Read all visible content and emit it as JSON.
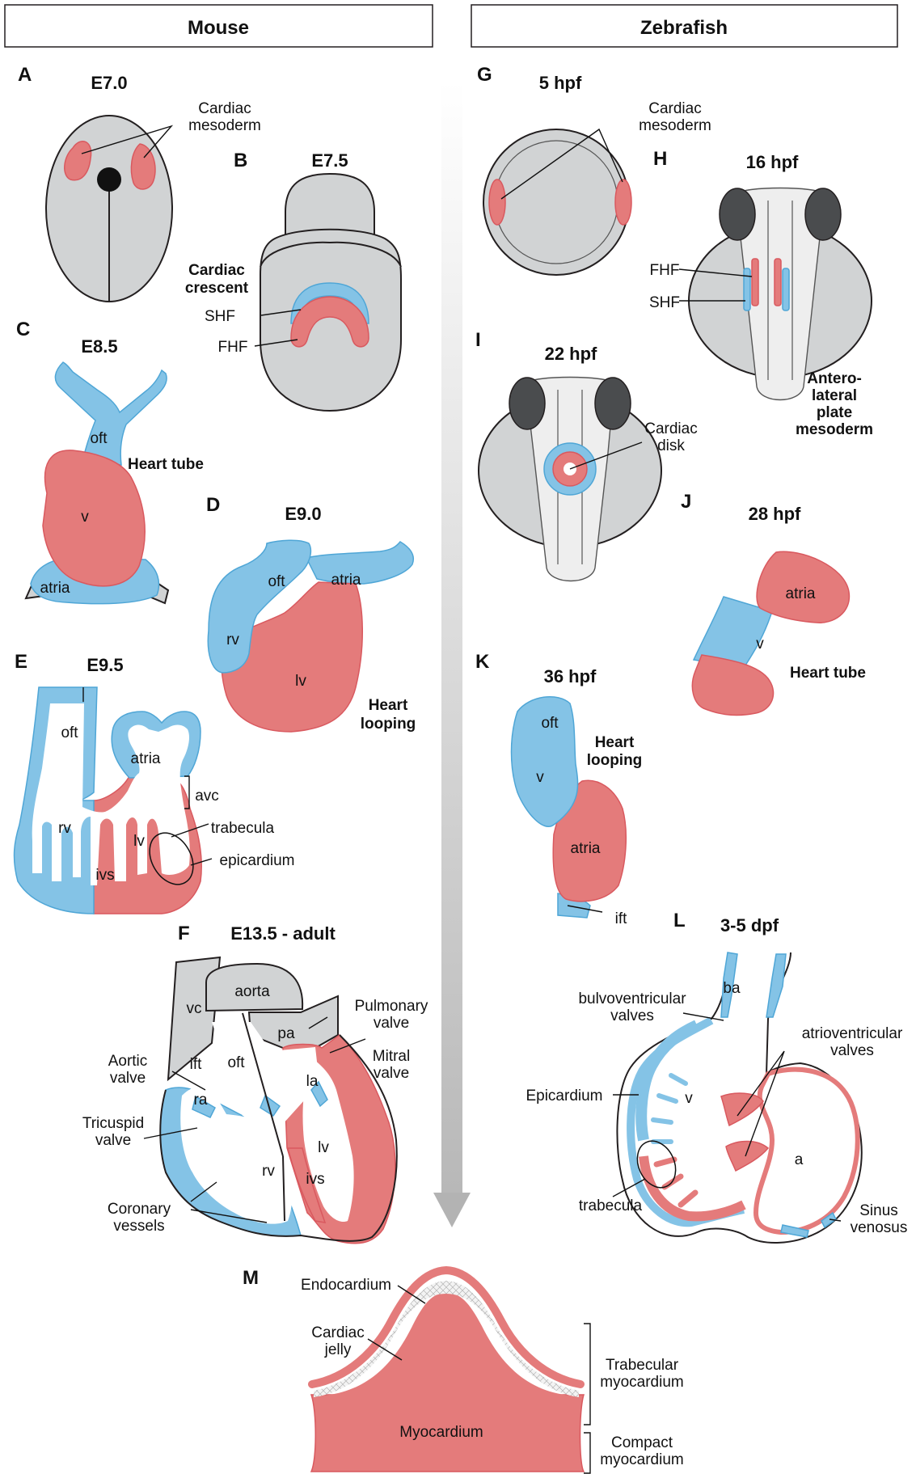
{
  "headers": {
    "mouse": "Mouse",
    "zebrafish": "Zebrafish"
  },
  "panels": {
    "A": {
      "letter": "A",
      "stage": "E7.0",
      "labels": [
        "Cardiac",
        "mesoderm"
      ]
    },
    "B": {
      "letter": "B",
      "stage": "E7.5",
      "title": [
        "Cardiac",
        "crescent"
      ],
      "shf": "SHF",
      "fhf": "FHF"
    },
    "C": {
      "letter": "C",
      "stage": "E8.5",
      "oft": "oft",
      "v": "v",
      "atria": "atria",
      "note": "Heart tube"
    },
    "D": {
      "letter": "D",
      "stage": "E9.0",
      "oft": "oft",
      "atria": "atria",
      "rv": "rv",
      "lv": "lv",
      "note": [
        "Heart",
        "looping"
      ]
    },
    "E": {
      "letter": "E",
      "stage": "E9.5",
      "oft": "oft",
      "atria": "atria",
      "avc": "avc",
      "rv": "rv",
      "lv": "lv",
      "ivs": "ivs",
      "trabecula": "trabecula",
      "epicardium": "epicardium"
    },
    "F": {
      "letter": "F",
      "stage": "E13.5 - adult",
      "vc": "vc",
      "aorta": "aorta",
      "pa": "pa",
      "ift": "ift",
      "oft": "oft",
      "ra": "ra",
      "la": "la",
      "rv": "rv",
      "lv": "lv",
      "ivs": "ivs",
      "pulmonary": [
        "Pulmonary",
        "valve"
      ],
      "mitral": [
        "Mitral",
        "valve"
      ],
      "aortic": [
        "Aortic",
        "valve"
      ],
      "tricuspid": [
        "Tricuspid",
        "valve"
      ],
      "coronary": [
        "Coronary",
        "vessels"
      ]
    },
    "G": {
      "letter": "G",
      "stage": "5 hpf",
      "labels": [
        "Cardiac",
        "mesoderm"
      ]
    },
    "H": {
      "letter": "H",
      "stage": "16 hpf",
      "fhf": "FHF",
      "shf": "SHF",
      "note": [
        "Antero-",
        "lateral",
        "plate",
        "mesoderm"
      ]
    },
    "I": {
      "letter": "I",
      "stage": "22 hpf",
      "labels": [
        "Cardiac",
        "disk"
      ]
    },
    "J": {
      "letter": "J",
      "stage": "28 hpf",
      "atria": "atria",
      "v": "v",
      "note": "Heart tube"
    },
    "K": {
      "letter": "K",
      "stage": "36 hpf",
      "oft": "oft",
      "v": "v",
      "atria": "atria",
      "ift": "ift",
      "note": [
        "Heart",
        "looping"
      ]
    },
    "L": {
      "letter": "L",
      "stage": "3-5 dpf",
      "ba": "ba",
      "v": "v",
      "a": "a",
      "bulbo": [
        "bulvoventricular",
        "valves"
      ],
      "atrio": [
        "atrioventricular",
        "valves"
      ],
      "epicardium": "Epicardium",
      "trabecula": "trabecula",
      "sinus": [
        "Sinus",
        "venosus"
      ]
    },
    "M": {
      "letter": "M",
      "endocardium": "Endocardium",
      "jelly": [
        "Cardiac",
        "jelly"
      ],
      "myocardium": "Myocardium",
      "trabecular": [
        "Trabecular",
        "myocardium"
      ],
      "compact": [
        "Compact",
        "myocardium"
      ]
    }
  },
  "colors": {
    "myocardium_red": "#e47b7b",
    "blue": "#84c3e6",
    "gray": "#d1d3d4",
    "dark": "#4a4c4e"
  },
  "icons": {
    "center_arrow": "down-arrow-icon"
  }
}
